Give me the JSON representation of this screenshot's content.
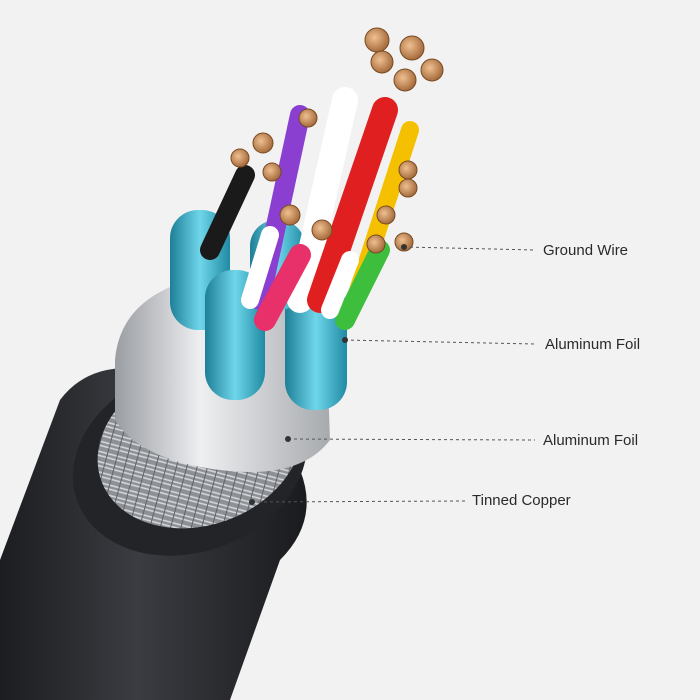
{
  "callouts": [
    {
      "id": "ground-wire",
      "label": "Ground Wire"
    },
    {
      "id": "aluminum-foil-inner",
      "label": "Aluminum Foil"
    },
    {
      "id": "aluminum-foil-outer",
      "label": "Aluminum Foil"
    },
    {
      "id": "tinned-copper",
      "label": "Tinned Copper"
    }
  ],
  "colors": {
    "background": "#f2f2f2",
    "jacket": "#2b2d31",
    "outer_foil": "#c9cbce",
    "braid": "#9fa3a8",
    "pair_foil": "#3fb6cf",
    "copper": "#c48a5a",
    "leader_line": "#555555",
    "wire_insulation": [
      "#ffffff",
      "#e02020",
      "#8a3fd0",
      "#f5c000",
      "#3dbf3d",
      "#e8306a",
      "#1a1a1a"
    ]
  }
}
